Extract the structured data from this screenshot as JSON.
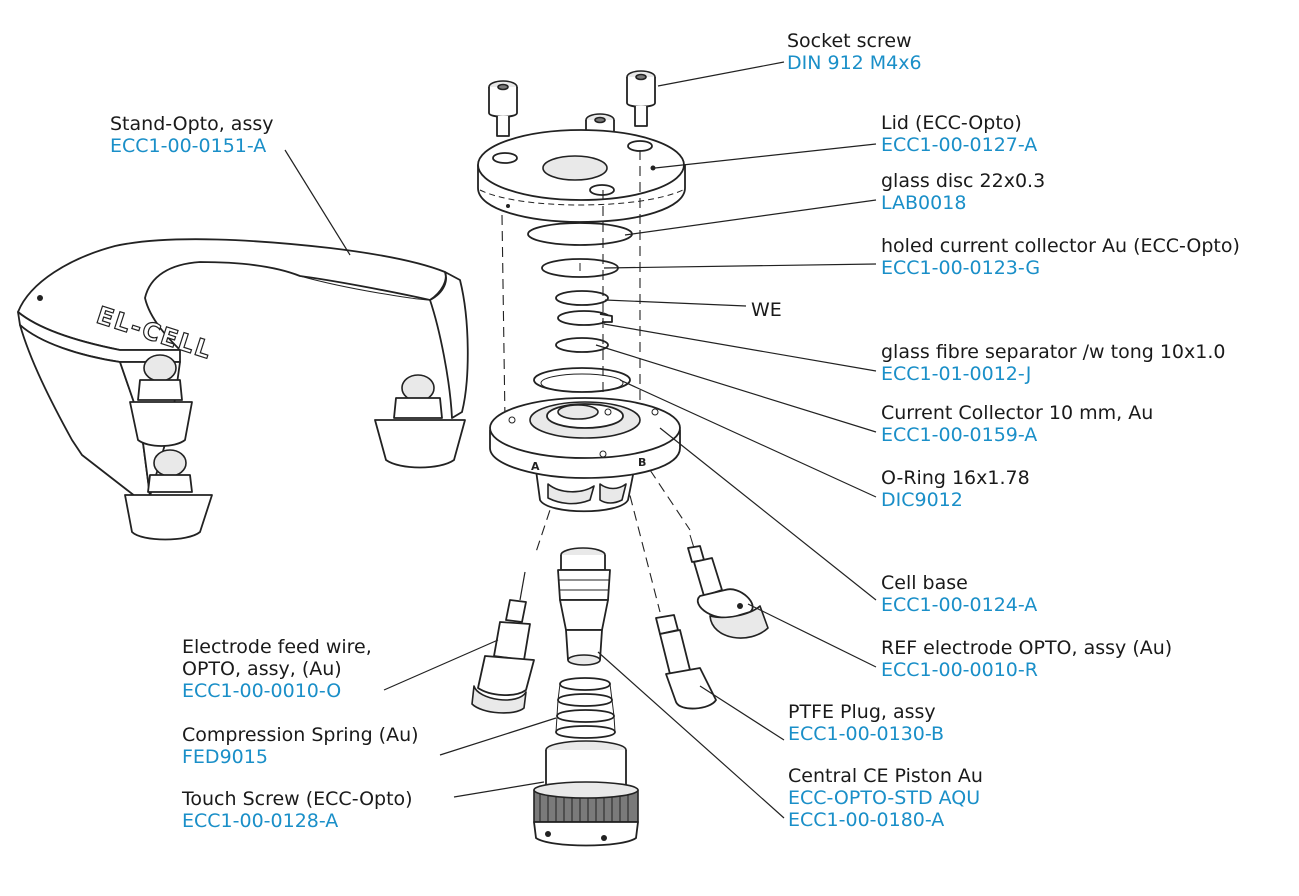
{
  "callouts": {
    "socket_screw": {
      "name": "Socket screw",
      "code": "DIN 912 M4x6"
    },
    "stand_opto": {
      "name": "Stand-Opto, assy",
      "code": "ECC1-00-0151-A"
    },
    "lid": {
      "name": "Lid (ECC-Opto)",
      "code": "ECC1-00-0127-A"
    },
    "glass_disc": {
      "name": "glass disc 22x0.3",
      "code": "LAB0018"
    },
    "holed_collector": {
      "name": "holed current collector Au (ECC-Opto)",
      "code": "ECC1-00-0123-G"
    },
    "we": {
      "name": "WE"
    },
    "separator": {
      "name": "glass fibre separator /w tong 10x1.0",
      "code": "ECC1-01-0012-J"
    },
    "current_collector": {
      "name": "Current Collector 10 mm, Au",
      "code": "ECC1-00-0159-A"
    },
    "o_ring": {
      "name": "O-Ring 16x1.78",
      "code": "DIC9012"
    },
    "cell_base": {
      "name": "Cell base",
      "code": "ECC1-00-0124-A"
    },
    "ref_electrode": {
      "name": "REF electrode OPTO, assy (Au)",
      "code": "ECC1-00-0010-R"
    },
    "feed_wire": {
      "name_line1": "Electrode feed wire,",
      "name_line2": "OPTO, assy, (Au)",
      "code": "ECC1-00-0010-O"
    },
    "ptfe_plug": {
      "name": "PTFE Plug, assy",
      "code": "ECC1-00-0130-B"
    },
    "spring": {
      "name": "Compression Spring (Au)",
      "code": "FED9015"
    },
    "piston": {
      "name": "Central CE Piston Au",
      "code_line1": "ECC-OPTO-STD AQU",
      "code_line2": "ECC1-00-0180-A"
    },
    "touch_screw": {
      "name": "Touch Screw (ECC-Opto)",
      "code": "ECC1-00-0128-A"
    }
  },
  "markings": {
    "stand_logo": "EL-CELL",
    "port_a": "A",
    "port_b": "B"
  },
  "colors": {
    "code_text": "#1a8fc8",
    "label_text": "#1a1a1a",
    "line": "#222222"
  }
}
